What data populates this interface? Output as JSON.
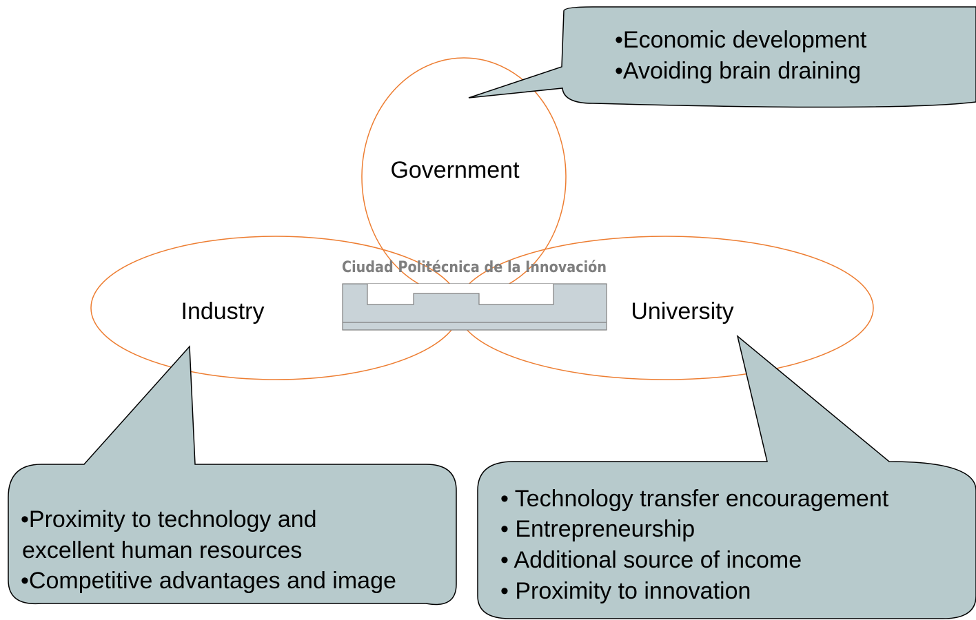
{
  "colors": {
    "circle_stroke": "#ed7d31",
    "callout_fill": "#b7cacc",
    "callout_stroke": "#000000",
    "logo_fill": "#c9d3d8",
    "logo_stroke": "#7f7f7f"
  },
  "circles": {
    "government": "Government",
    "industry": "Industry",
    "university": "University"
  },
  "logo": {
    "text": "Ciudad Politécnica de la Innovación"
  },
  "callouts": {
    "government": {
      "lines": [
        "•Economic development",
        "•Avoiding brain draining"
      ]
    },
    "industry": {
      "lines": [
        "•Proximity to technology and",
        "excellent human resources",
        "•Competitive advantages and image"
      ]
    },
    "university": {
      "lines": [
        "• Technology transfer encouragement",
        "• Entrepreneurship",
        "• Additional source of income",
        "• Proximity to innovation"
      ]
    }
  }
}
